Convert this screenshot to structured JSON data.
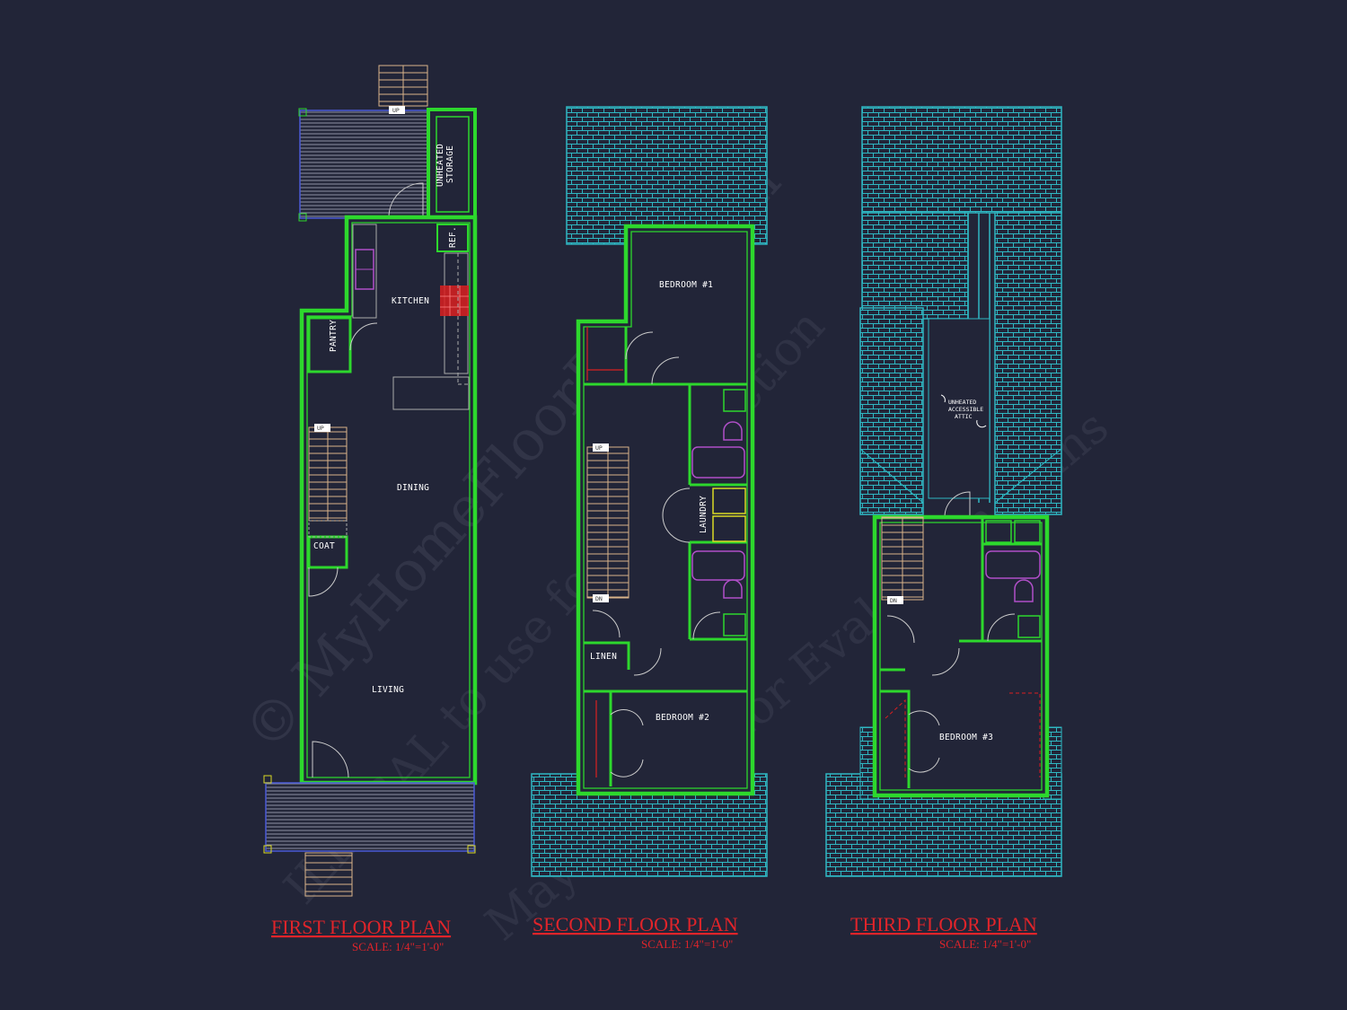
{
  "watermark": {
    "line1": "© MyHomeFloorPlans.com",
    "line2": "ILLEGAL to use for Construction",
    "line3": "May be used for Evaluation Plans"
  },
  "plans": [
    {
      "title": "FIRST FLOOR PLAN",
      "scale": "SCALE: 1/4\"=1'-0\"",
      "rooms": {
        "unheated_storage_1": "UNHEATED",
        "unheated_storage_2": "STORAGE",
        "ref": "REF.",
        "kitchen": "KITCHEN",
        "pantry": "PANTRY",
        "dining": "DINING",
        "coat": "COAT",
        "living": "LIVING",
        "up_rear": "UP",
        "up_stair": "UP"
      }
    },
    {
      "title": "SECOND FLOOR PLAN",
      "scale": "SCALE: 1/4\"=1'-0\"",
      "rooms": {
        "bedroom1": "BEDROOM  #1",
        "laundry": "LAUNDRY",
        "linen": "LINEN",
        "bedroom2": "BEDROOM  #2",
        "up": "UP",
        "dn": "DN"
      }
    },
    {
      "title": "THIRD FLOOR PLAN",
      "scale": "SCALE: 1/4\"=1'-0\"",
      "rooms": {
        "attic1": "UNHEATED",
        "attic2": "ACCESSIBLE",
        "attic3": "ATTIC",
        "bedroom3": "BEDROOM  #3",
        "dn": "DN"
      }
    }
  ],
  "colors": {
    "background": "#222538",
    "wall": "#2dd82d",
    "roof": "#2fb7c2",
    "title": "#e0242a",
    "stair": "#d9b48a"
  }
}
